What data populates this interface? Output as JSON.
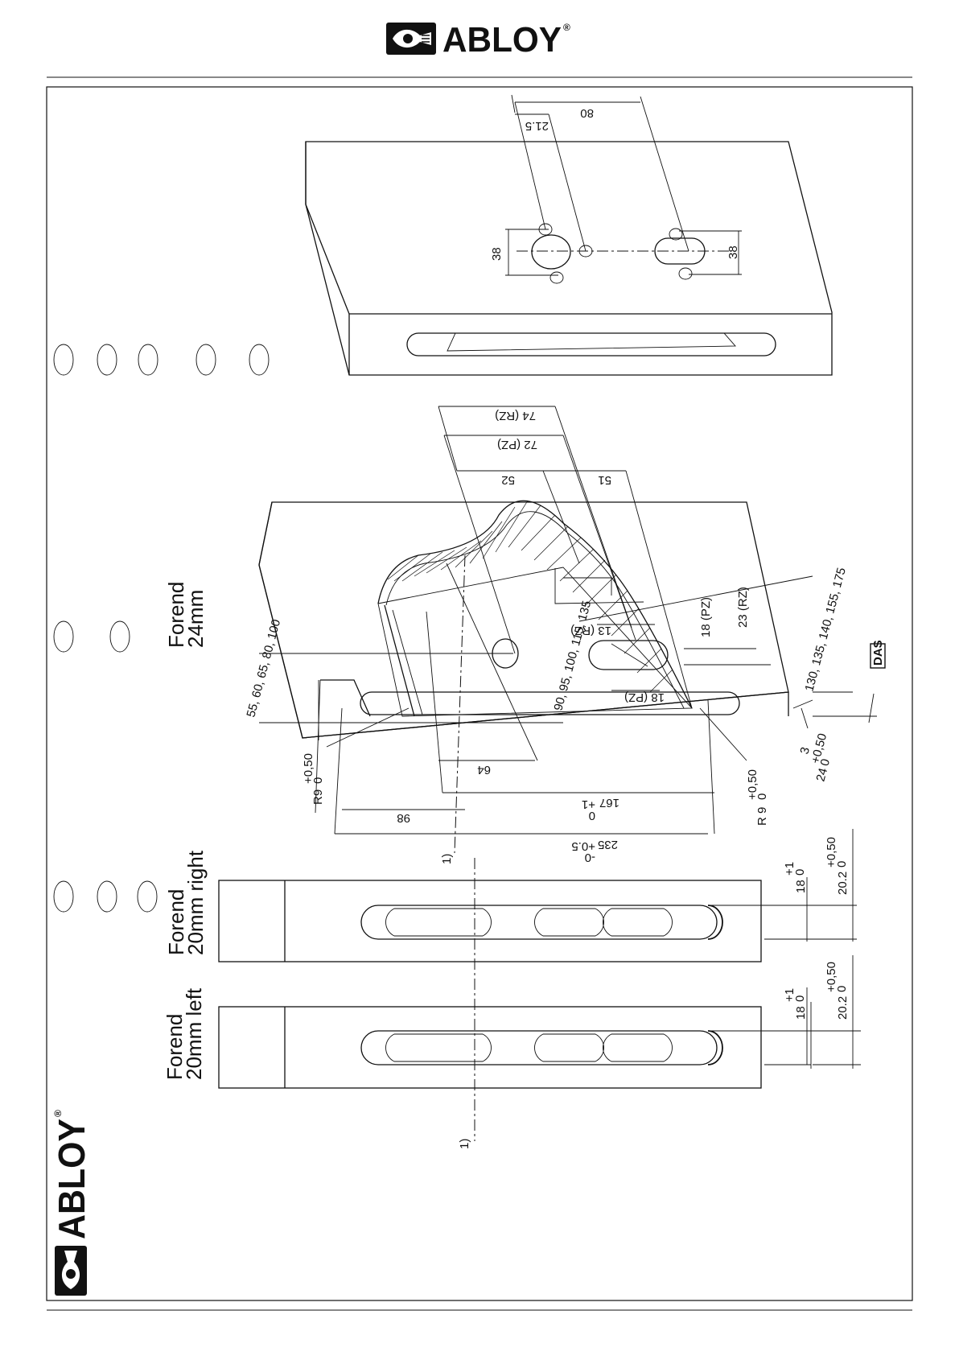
{
  "header": {
    "brand": "ABLOY",
    "registered": "®"
  },
  "side_brand": {
    "brand": "ABLOY",
    "registered": "®"
  },
  "views": {
    "forend_left": {
      "title_line1": "Forend",
      "title_line2": "20mm left"
    },
    "forend_right": {
      "title_line1": "Forend",
      "title_line2": "20mm right"
    },
    "forend_24": {
      "title_line1": "Forend",
      "title_line2": "24mm"
    }
  },
  "dimensions": {
    "d18_left": "18",
    "d18_left_tol": "+1",
    "d18_left_tol0": "0",
    "d202_left": "20.2",
    "d202_left_tol": "+0,50",
    "d202_left_tol0": "0",
    "d18_right": "18",
    "d18_right_tol": "+1",
    "d18_right_tol0": "0",
    "d202_right": "20.2",
    "d202_right_tol": "+0,50",
    "d202_right_tol0": "0",
    "note_ref": "1)",
    "d235": "235",
    "d235_tol_a": "-0",
    "d235_tol_b": "+0.5",
    "d167": "167",
    "d167_tol_a": "0",
    "d167_tol_b": "+1",
    "d98": "98",
    "d64": "64",
    "r9_top": "R9",
    "r9_top_tol": "+0,50",
    "r9_top_tol0": "0",
    "r9_bottom": "R 9",
    "r9_bottom_tol": "+0,50",
    "r9_bottom_tol0": "0",
    "depths_a": "55, 60, 65, 80, 100",
    "depths_b": "90, 95, 100, 115, 135",
    "depths_c": "130, 135, 140, 155, 175",
    "d18pz": "18 (PZ)",
    "d18pz_b": "18 (PZ)",
    "d13rz": "13 (RZ)",
    "d23rz": "23 (RZ)",
    "d52": "52",
    "d51": "51",
    "d72pz": "72 (PZ)",
    "d74rz": "74 (RZ)",
    "d3": "3",
    "d24": "24",
    "d24_tol": "+0,50",
    "d24_tol0": "0",
    "d38_top": "38",
    "d38_bottom": "38",
    "d215": "21.5",
    "d80": "80"
  },
  "approval_mark": "DAS"
}
